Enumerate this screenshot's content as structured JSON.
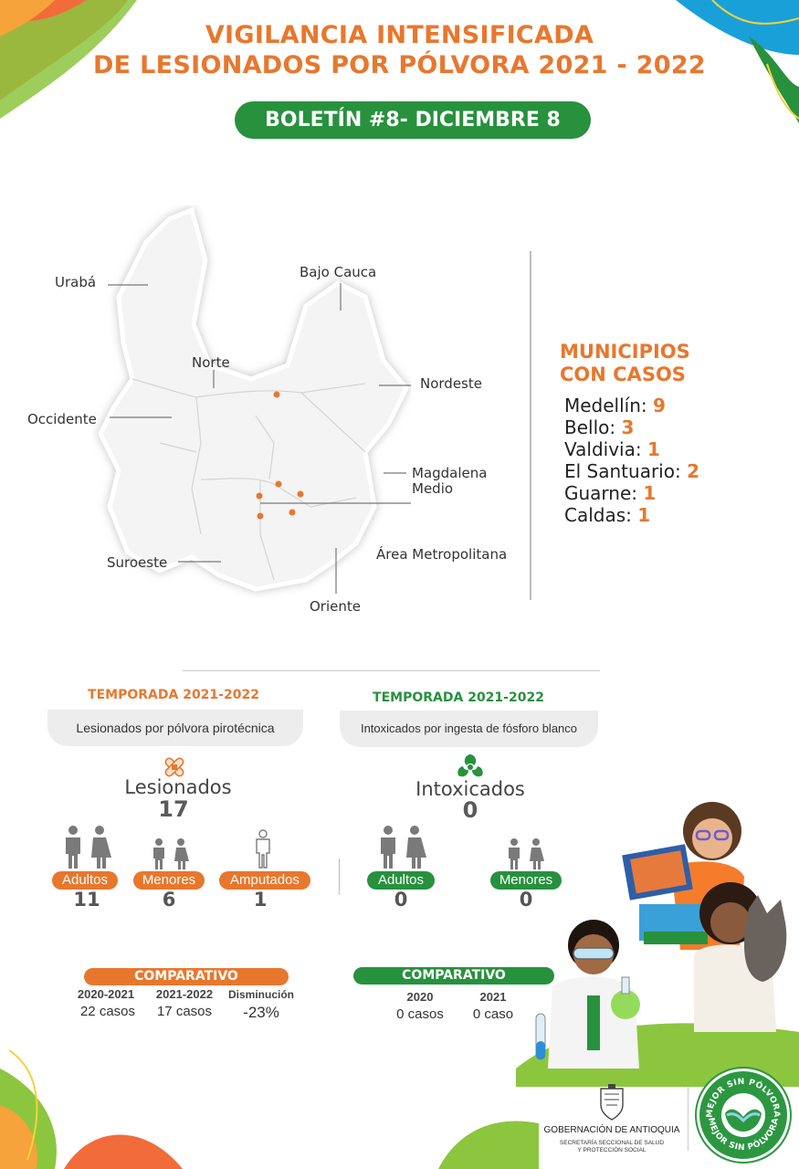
{
  "header": {
    "title_line1": "VIGILANCIA INTENSIFICADA",
    "title_line2": "DE LESIONADOS POR PÓLVORA 2021 - 2022",
    "bulletin": "BOLETÍN #8- DICIEMBRE 8"
  },
  "map": {
    "regions": {
      "uraba": "Urabá",
      "bajo_cauca": "Bajo Cauca",
      "norte": "Norte",
      "nordeste": "Nordeste",
      "occidente": "Occidente",
      "magdalena_medio_1": "Magdalena",
      "magdalena_medio_2": "Medio",
      "area_metropolitana": "Área Metropolitana",
      "suroeste": "Suroeste",
      "oriente": "Oriente"
    },
    "case_marker_color": "#e8772e"
  },
  "municipalities": {
    "title_line1": "MUNICIPIOS",
    "title_line2": "CON CASOS",
    "items": [
      {
        "name": "Medellín: ",
        "count": "9"
      },
      {
        "name": "Bello: ",
        "count": "3"
      },
      {
        "name": "Valdivia: ",
        "count": "1"
      },
      {
        "name": "El Santuario: ",
        "count": "2"
      },
      {
        "name": "Guarne: ",
        "count": "1"
      },
      {
        "name": "Caldas: ",
        "count": "1"
      }
    ]
  },
  "injured": {
    "season": "TEMPORADA 2021-2022",
    "subtitle": "Lesionados por pólvora pirotécnica",
    "label": "Lesionados",
    "total": "17",
    "groups": [
      {
        "label": "Adultos",
        "value": "11"
      },
      {
        "label": "Menores",
        "value": "6"
      },
      {
        "label": "Amputados",
        "value": "1"
      }
    ],
    "comparativo": {
      "title": "COMPARATIVO",
      "columns": [
        {
          "header": "2020-2021",
          "value": "22 casos"
        },
        {
          "header": "2021-2022",
          "value": "17 casos"
        },
        {
          "header": "Disminución",
          "value": "-23%"
        }
      ]
    }
  },
  "intoxicated": {
    "season": "TEMPORADA 2021-2022",
    "subtitle": "Intoxicados por ingesta de fósforo blanco",
    "label": "Intoxicados",
    "total": "0",
    "groups": [
      {
        "label": "Adultos",
        "value": "0"
      },
      {
        "label": "Menores",
        "value": "0"
      }
    ],
    "comparativo": {
      "title": "COMPARATIVO",
      "columns": [
        {
          "header": "2020",
          "value": "0 casos"
        },
        {
          "header": "2021",
          "value": "0 caso"
        }
      ]
    }
  },
  "footer": {
    "gov_name": "GOBERNACIÓN DE ANTIOQUIA",
    "gov_sub_1": "SECRETARÍA SECCIONAL DE SALUD",
    "gov_sub_2": "Y PROTECCIÓN SOCIAL",
    "badge_text": "MEJOR SIN PÓLVORA"
  },
  "colors": {
    "orange": "#e8772e",
    "green": "#27913e",
    "grey_figure": "#7a7a7a"
  }
}
